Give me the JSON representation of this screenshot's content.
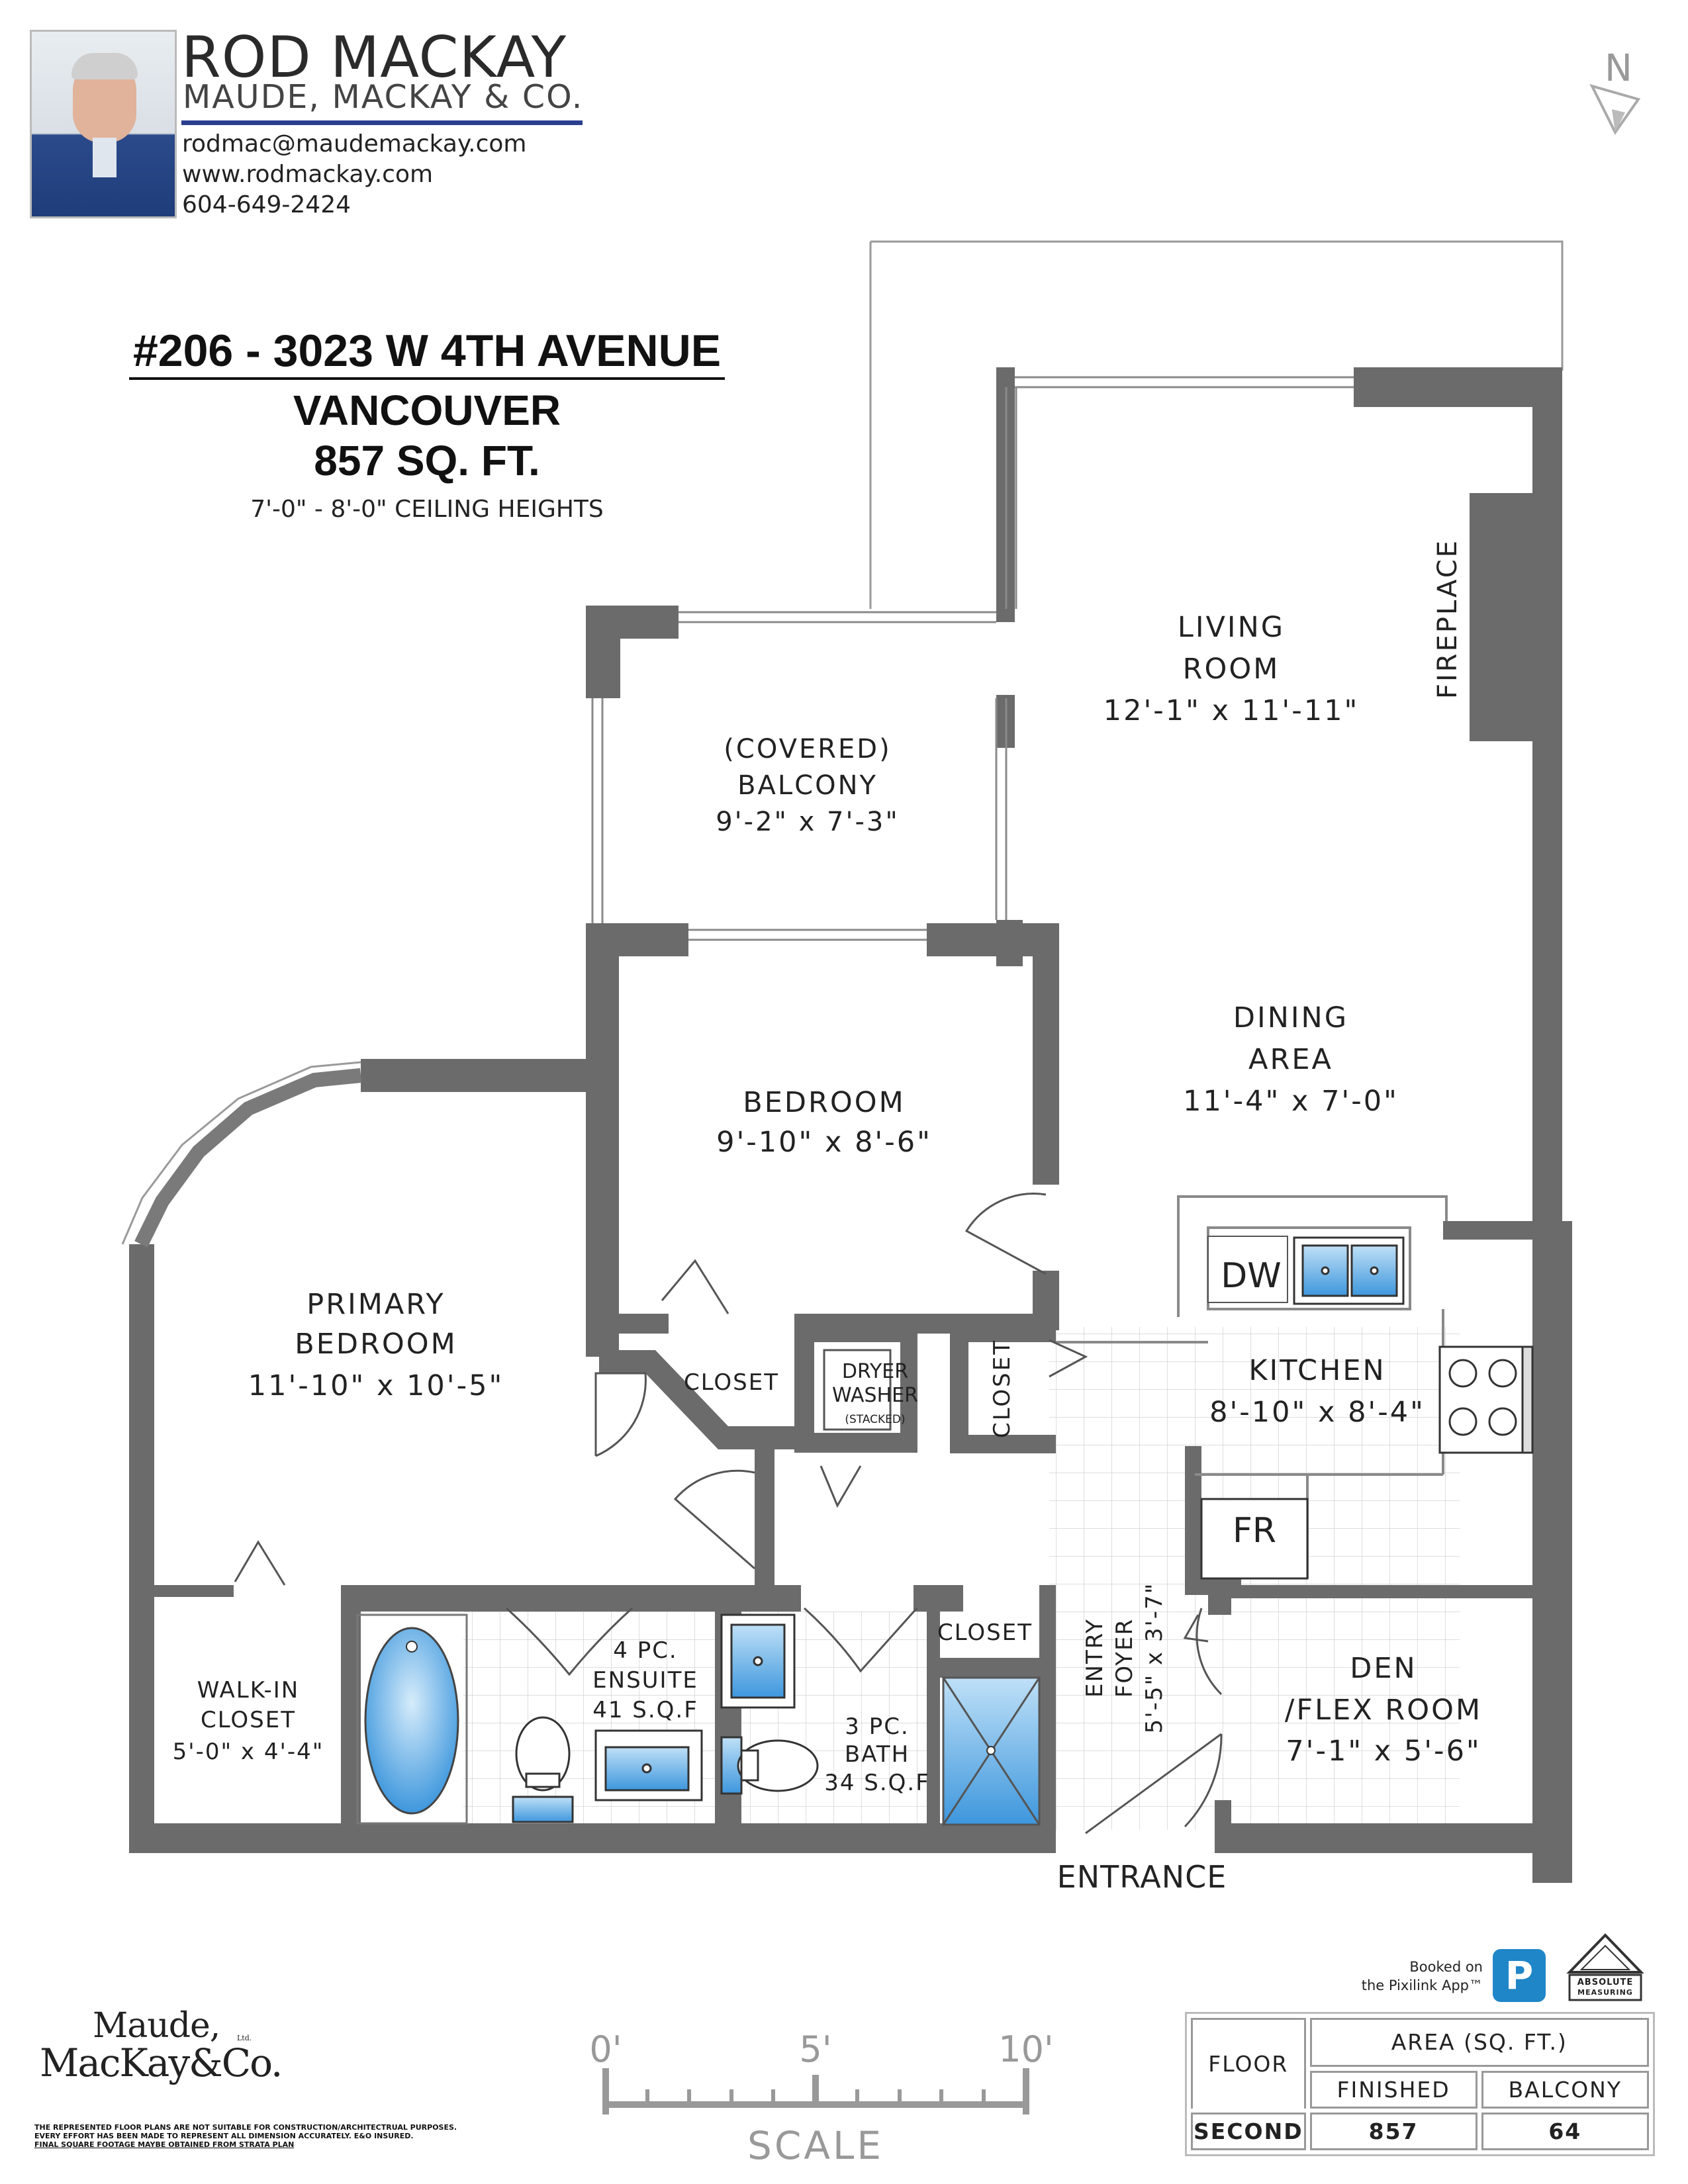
{
  "agent": {
    "name": "ROD MACKAY",
    "company": "MAUDE, MACKAY & CO.",
    "email": "rodmac@maudemackay.com",
    "website": "www.rodmackay.com",
    "phone": "604-649-2424"
  },
  "compass": {
    "label": "N"
  },
  "listing": {
    "address": "#206 - 3023 W 4TH AVENUE",
    "city": "VANCOUVER",
    "size": "857 SQ. FT.",
    "ceilings": "7'-0\" - 8'-0\" CEILING HEIGHTS"
  },
  "rooms": {
    "living": {
      "line1": "LIVING",
      "line2": "ROOM",
      "dims": "12'-1\" x 11'-11\""
    },
    "fireplace": "FIREPLACE",
    "balcony": {
      "line1": "(COVERED)",
      "line2": "BALCONY",
      "dims": "9'-2\" x 7'-3\""
    },
    "dining": {
      "line1": "DINING",
      "line2": "AREA",
      "dims": "11'-4\" x 7'-0\""
    },
    "bedroom": {
      "line1": "BEDROOM",
      "dims": "9'-10\" x 8'-6\""
    },
    "primary": {
      "line1": "PRIMARY",
      "line2": "BEDROOM",
      "dims": "11'-10\" x 10'-5\""
    },
    "closet1": "CLOSET",
    "laundry": {
      "line1": "DRYER",
      "line2": "WASHER",
      "note": "(STACKED)"
    },
    "closet2": "CLOSET",
    "kitchen": {
      "line1": "KITCHEN",
      "dims": "8'-10\" x 8'-4\""
    },
    "dw": "DW",
    "fr": "FR",
    "walkin": {
      "line1": "WALK-IN",
      "line2": "CLOSET",
      "dims": "5'-0\" x 4'-4\""
    },
    "ensuite": {
      "line1": "4 PC.",
      "line2": "ENSUITE",
      "area": "41 S.Q.F"
    },
    "bath": {
      "line1": "3 PC.",
      "line2": "BATH",
      "area": "34 S.Q.F"
    },
    "closet3": "CLOSET",
    "foyer": {
      "line1": "ENTRY",
      "line2": "FOYER",
      "dims": "5'-5\" x 3'-7\""
    },
    "den": {
      "line1": "DEN",
      "line2": "/FLEX ROOM",
      "dims": "7'-1\" x 5'-6\""
    },
    "entrance": "ENTRANCE"
  },
  "scale": {
    "tick0": "0'",
    "tick5": "5'",
    "tick10": "10'",
    "label": "SCALE"
  },
  "brand": {
    "line1": "Maude,",
    "line2": "MacKay&Co.",
    "ltd": "Ltd."
  },
  "disclaimer": {
    "line1": "THE REPRESENTED FLOOR PLANS ARE NOT SUITABLE FOR CONSTRUCTION/ARCHITECTRUAL PURPOSES.",
    "line2": "EVERY EFFORT HAS BEEN MADE TO REPRESENT ALL DIMENSION ACCURATELY. E&O INSURED.",
    "line3": "FINAL SQUARE FOOTAGE MAYBE OBTAINED FROM STRATA PLAN"
  },
  "booking": {
    "line1": "Booked on",
    "line2": "the Pixilink App™",
    "badge_letter": "P",
    "logo_line1": "ABSOLUTE",
    "logo_line2": "MEASURING"
  },
  "area_table": {
    "floor_header": "FLOOR",
    "area_header": "AREA (SQ. FT.)",
    "finished_header": "FINISHED",
    "balcony_header": "BALCONY",
    "floor": "SECOND",
    "finished": "857",
    "balcony": "64"
  },
  "colors": {
    "wall": "#6b6b6b",
    "fixture_blue": "#5aa9e6",
    "accent_navy": "#2b3f8f",
    "badge_blue": "#1f86c8"
  }
}
